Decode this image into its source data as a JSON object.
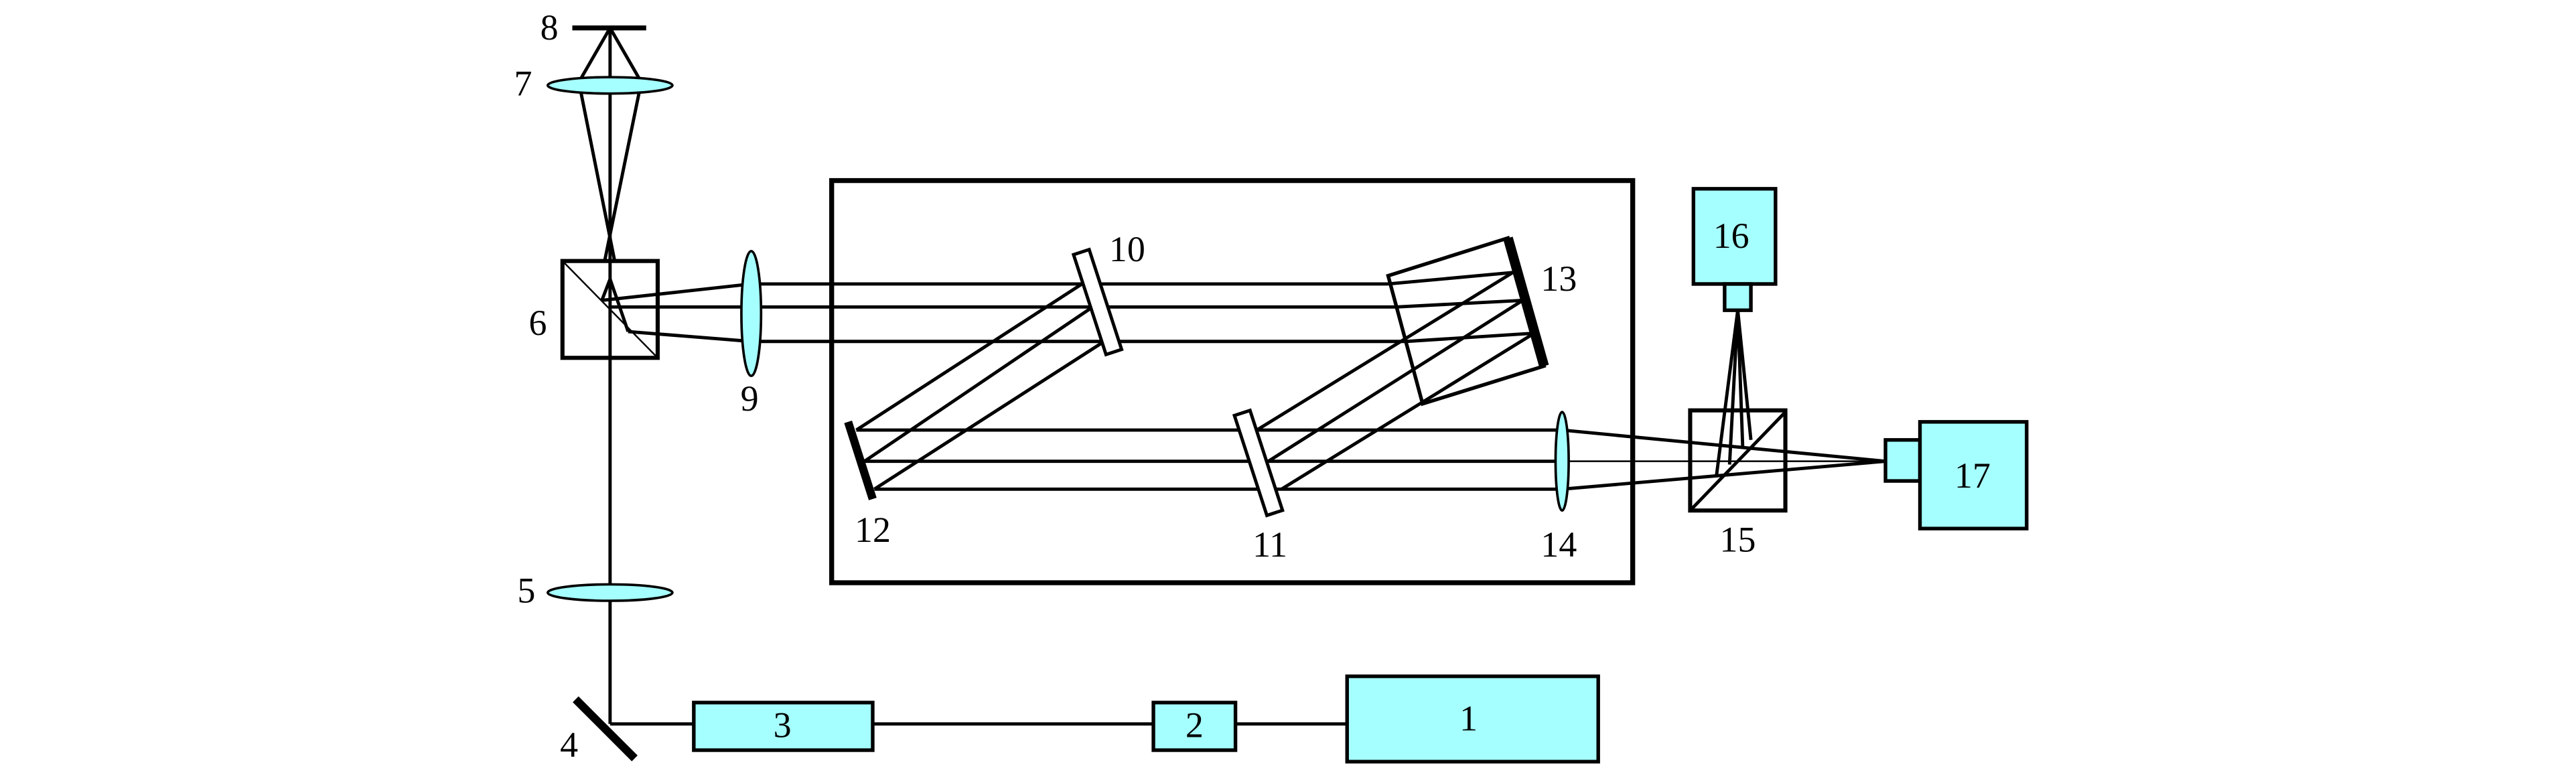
{
  "diagram": {
    "type": "optical setup schematic",
    "fill_color": "#a6ffff",
    "labels": {
      "c1": "1",
      "c2": "2",
      "c3": "3",
      "c4": "4",
      "c5": "5",
      "c6": "6",
      "c7": "7",
      "c8": "8",
      "c9": "9",
      "c10": "10",
      "c11": "11",
      "c12": "12",
      "c13": "13",
      "c14": "14",
      "c15": "15",
      "c16": "16",
      "c17": "17"
    }
  }
}
